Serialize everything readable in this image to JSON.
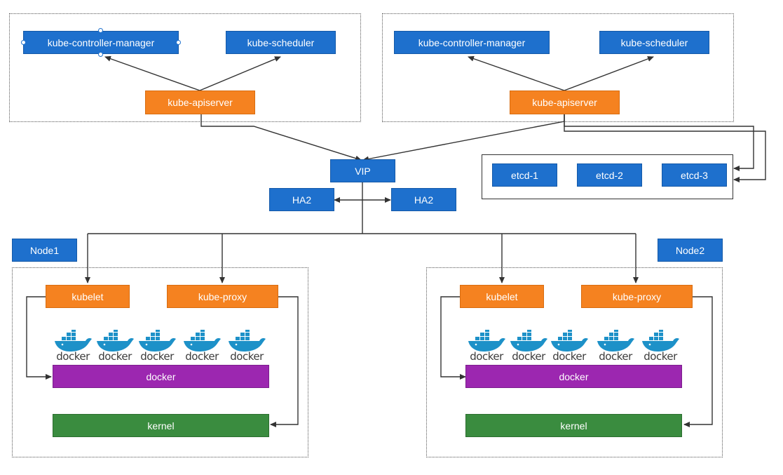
{
  "master1": {
    "controller_manager": "kube-controller-manager",
    "scheduler": "kube-scheduler",
    "apiserver": "kube-apiserver"
  },
  "master2": {
    "controller_manager": "kube-controller-manager",
    "scheduler": "kube-scheduler",
    "apiserver": "kube-apiserver"
  },
  "vip": "VIP",
  "ha_left": "HA2",
  "ha_right": "HA2",
  "etcd": [
    "etcd-1",
    "etcd-2",
    "etcd-3"
  ],
  "node1": {
    "label": "Node1",
    "kubelet": "kubelet",
    "kube_proxy": "kube-proxy",
    "docker": "docker",
    "kernel": "kernel",
    "containers": [
      "docker",
      "docker",
      "docker",
      "docker",
      "docker"
    ]
  },
  "node2": {
    "label": "Node2",
    "kubelet": "kubelet",
    "kube_proxy": "kube-proxy",
    "docker": "docker",
    "kernel": "kernel",
    "containers": [
      "docker",
      "docker",
      "docker",
      "docker",
      "docker"
    ]
  },
  "colors": {
    "blue": "#1e70cd",
    "orange": "#f58220",
    "purple": "#9c27b0",
    "green": "#3a8c3f",
    "docker_blue": "#1d91c8"
  }
}
